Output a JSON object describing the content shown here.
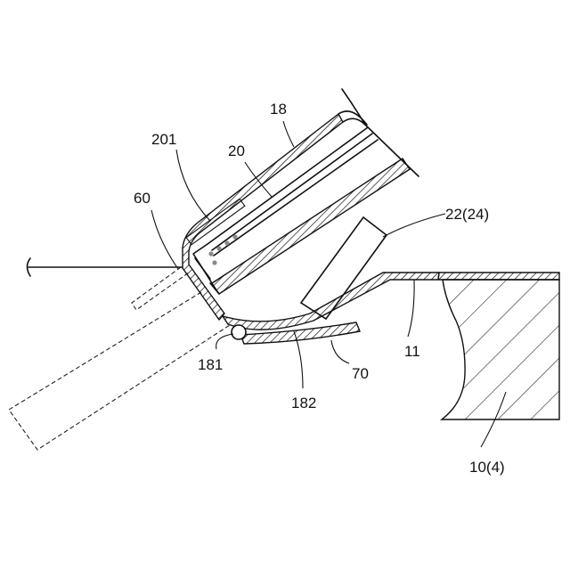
{
  "labels": {
    "l18": "18",
    "l201": "201",
    "l20": "20",
    "l60": "60",
    "l22": "22(24)",
    "l11": "11",
    "l181": "181",
    "l182": "182",
    "l70": "70",
    "l10": "10(4)"
  },
  "colors": {
    "ink": "#111111",
    "background": "#ffffff"
  }
}
